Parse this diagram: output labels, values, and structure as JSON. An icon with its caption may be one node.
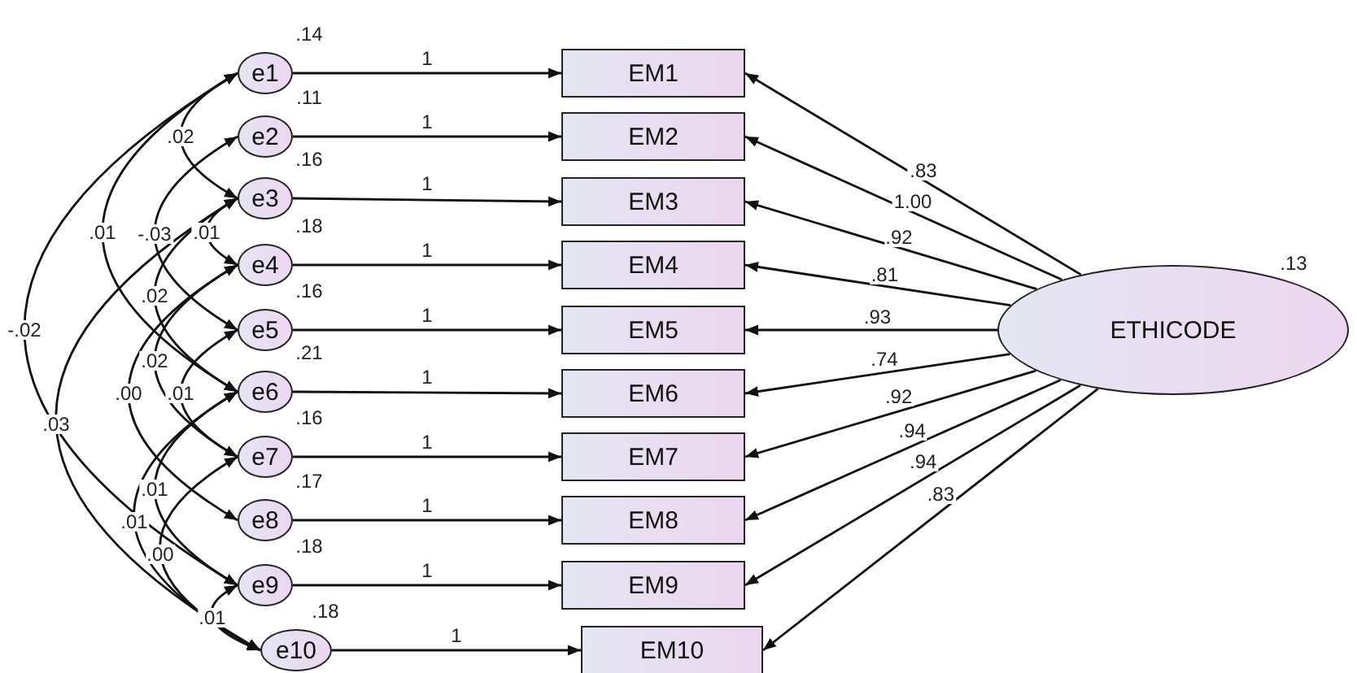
{
  "diagram": {
    "nodes": [
      {
        "text": [
          "e1"
        ],
        "beside": [
          ".14"
        ]
      },
      {
        "text": [
          "e2"
        ],
        "beside": [
          ".11"
        ]
      },
      {
        "text": [
          "e3"
        ],
        "beside": [
          ".16"
        ]
      },
      {
        "text": [
          "e4"
        ],
        "beside": [
          ".18"
        ]
      },
      {
        "text": [
          "e5"
        ],
        "beside": [
          ".16"
        ]
      },
      {
        "text": [
          "e6"
        ],
        "beside": [
          ".21"
        ]
      },
      {
        "text": [
          "e7"
        ],
        "beside": [
          ".16"
        ]
      },
      {
        "text": [
          "e8"
        ],
        "beside": [
          ".17"
        ]
      },
      {
        "text": [
          "e9"
        ],
        "beside": [
          ".18"
        ]
      },
      {
        "text": [
          "e10"
        ],
        "beside": [
          ".18"
        ]
      },
      {
        "text": [
          "EM1"
        ]
      },
      {
        "text": [
          "EM2"
        ]
      },
      {
        "text": [
          "EM3"
        ]
      },
      {
        "text": [
          "EM4"
        ]
      },
      {
        "text": [
          "EM5"
        ]
      },
      {
        "text": [
          "EM6"
        ]
      },
      {
        "text": [
          "EM7"
        ]
      },
      {
        "text": [
          "EM8"
        ]
      },
      {
        "text": [
          "EM9"
        ]
      },
      {
        "text": [
          "EM10"
        ]
      },
      {
        "text": [
          "ETHICODE"
        ],
        "beside": [
          ".13"
        ]
      }
    ],
    "edges": [
      {
        "from": 0,
        "to": 10,
        "arrow": "to",
        "label": "1"
      },
      {
        "from": 1,
        "to": 11,
        "arrow": "to",
        "label": "1"
      },
      {
        "from": 2,
        "to": 12,
        "arrow": "to",
        "label": "1"
      },
      {
        "from": 3,
        "to": 13,
        "arrow": "to",
        "label": "1"
      },
      {
        "from": 4,
        "to": 14,
        "arrow": "to",
        "label": "1"
      },
      {
        "from": 5,
        "to": 15,
        "arrow": "to",
        "label": "1"
      },
      {
        "from": 6,
        "to": 16,
        "arrow": "to",
        "label": "1"
      },
      {
        "from": 7,
        "to": 17,
        "arrow": "to",
        "label": "1"
      },
      {
        "from": 8,
        "to": 18,
        "arrow": "to",
        "label": "1"
      },
      {
        "from": 9,
        "to": 19,
        "arrow": "to",
        "label": "1"
      },
      {
        "from": 20,
        "to": 10,
        "arrow": "to",
        "label": ".83"
      },
      {
        "from": 20,
        "to": 11,
        "arrow": "to",
        "label": "1.00"
      },
      {
        "from": 20,
        "to": 12,
        "arrow": "to",
        "label": ".92"
      },
      {
        "from": 20,
        "to": 13,
        "arrow": "to",
        "label": ".81"
      },
      {
        "from": 20,
        "to": 14,
        "arrow": "to",
        "label": ".93"
      },
      {
        "from": 20,
        "to": 15,
        "arrow": "to",
        "label": ".74"
      },
      {
        "from": 20,
        "to": 16,
        "arrow": "to",
        "label": ".92"
      },
      {
        "from": 20,
        "to": 17,
        "arrow": "to",
        "label": ".94"
      },
      {
        "from": 20,
        "to": 18,
        "arrow": "to",
        "label": ".94"
      },
      {
        "from": 20,
        "to": 19,
        "arrow": "to",
        "label": ".83"
      },
      {
        "from": 0,
        "to": 2,
        "arrow": "both",
        "label": ".02"
      },
      {
        "from": 0,
        "to": 5,
        "arrow": "both",
        "label": ".01"
      },
      {
        "from": 1,
        "to": 4,
        "arrow": "both",
        "label": "-.03"
      },
      {
        "from": 2,
        "to": 3,
        "arrow": "both",
        "label": ".01"
      },
      {
        "from": 2,
        "to": 5,
        "arrow": "both",
        "label": ".02"
      },
      {
        "from": 0,
        "to": 8,
        "arrow": "both",
        "label": "-.02"
      },
      {
        "from": 3,
        "to": 6,
        "arrow": "both",
        "label": ".02"
      },
      {
        "from": 3,
        "to": 7,
        "arrow": "both",
        "label": ".00"
      },
      {
        "from": 4,
        "to": 6,
        "arrow": "both",
        "label": ".01"
      },
      {
        "from": 2,
        "to": 9,
        "arrow": "both",
        "label": ".03"
      },
      {
        "from": 5,
        "to": 8,
        "arrow": "both",
        "label": ".01"
      },
      {
        "from": 5,
        "to": 9,
        "arrow": "both",
        "label": ".01"
      },
      {
        "from": 6,
        "to": 9,
        "arrow": "both",
        "label": ".00"
      },
      {
        "from": 8,
        "to": 9,
        "arrow": "both",
        "label": ".01"
      }
    ]
  }
}
